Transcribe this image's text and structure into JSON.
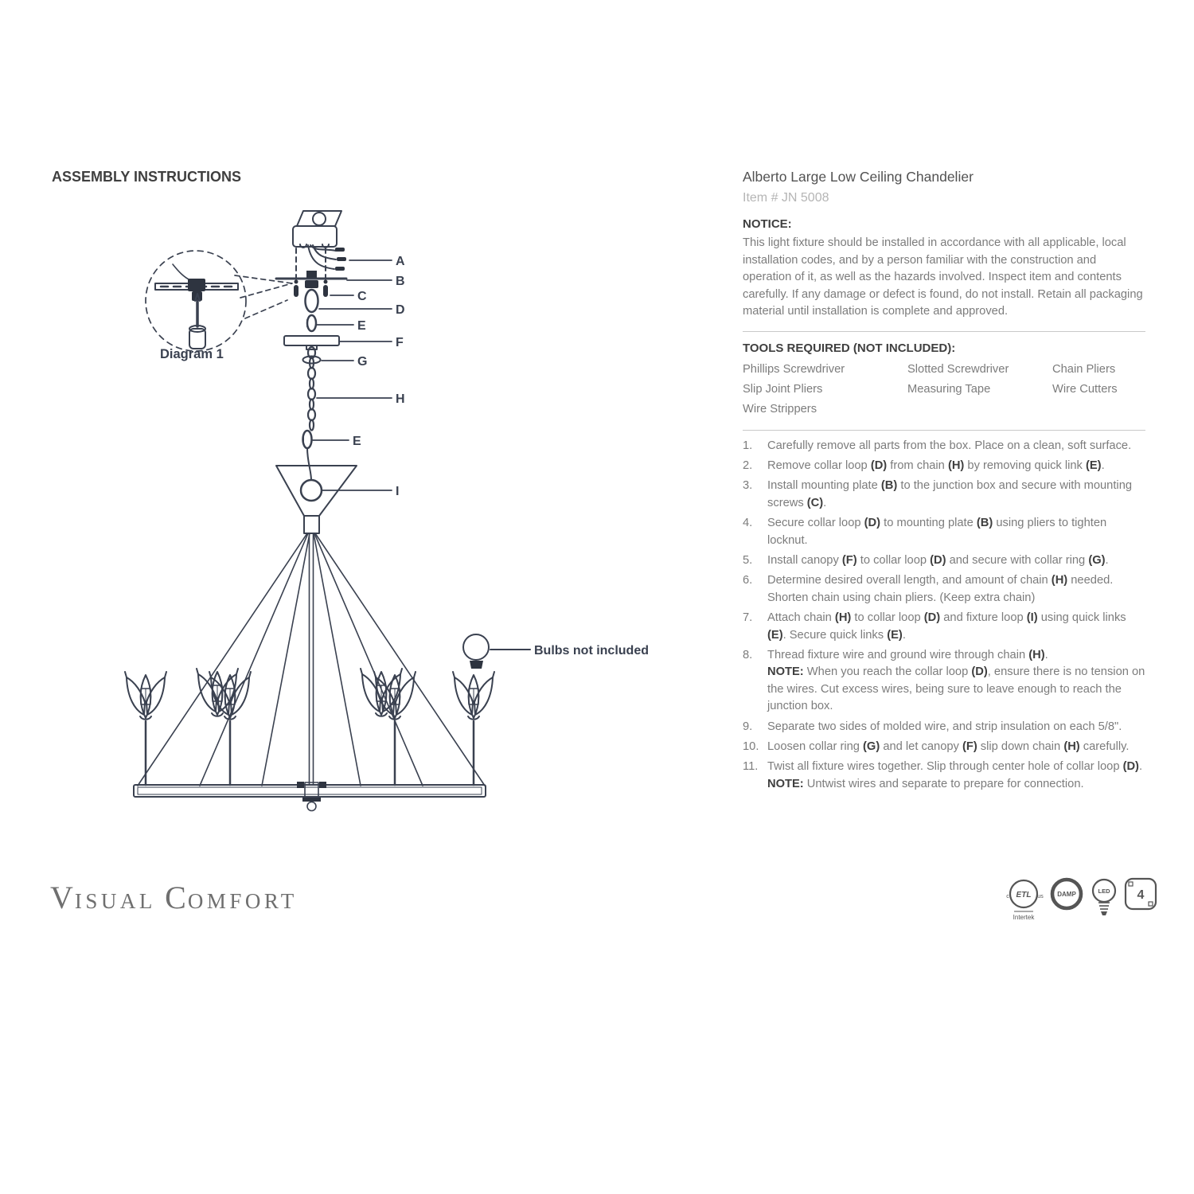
{
  "left": {
    "heading": "ASSEMBLY INSTRUCTIONS"
  },
  "product": {
    "title": "Alberto Large Low Ceiling Chandelier",
    "item_number": "Item # JN 5008"
  },
  "notice": {
    "heading": "NOTICE:",
    "body": "This light fixture should be installed in accordance with all applicable, local installation codes, and by a person familiar with the construction and operation of it, as well as the hazards involved. Inspect item and contents carefully. If any damage or defect is found, do not install. Retain all packaging material until installation is complete and approved."
  },
  "tools": {
    "heading": "TOOLS REQUIRED (NOT INCLUDED):",
    "columns": [
      [
        "Phillips Screwdriver",
        "Slip Joint Pliers",
        "Wire Strippers"
      ],
      [
        "Slotted Screwdriver",
        "Measuring Tape"
      ],
      [
        "Chain Pliers",
        "Wire Cutters"
      ]
    ]
  },
  "steps": [
    {
      "num": "1.",
      "seg": [
        {
          "t": "Carefully remove all parts from the box. Place on a clean, soft surface."
        }
      ]
    },
    {
      "num": "2.",
      "seg": [
        {
          "t": "Remove collar loop "
        },
        {
          "t": "(D)",
          "b": 1
        },
        {
          "t": " from chain "
        },
        {
          "t": "(H)",
          "b": 1
        },
        {
          "t": " by removing quick link "
        },
        {
          "t": "(E)",
          "b": 1
        },
        {
          "t": "."
        }
      ]
    },
    {
      "num": "3.",
      "seg": [
        {
          "t": "Install mounting plate "
        },
        {
          "t": "(B)",
          "b": 1
        },
        {
          "t": " to the junction box and secure with mounting screws "
        },
        {
          "t": "(C)",
          "b": 1
        },
        {
          "t": "."
        }
      ]
    },
    {
      "num": "4.",
      "seg": [
        {
          "t": "Secure collar loop "
        },
        {
          "t": "(D)",
          "b": 1
        },
        {
          "t": " to mounting plate "
        },
        {
          "t": "(B)",
          "b": 1
        },
        {
          "t": " using pliers to tighten locknut."
        }
      ]
    },
    {
      "num": "5.",
      "seg": [
        {
          "t": "Install canopy "
        },
        {
          "t": "(F)",
          "b": 1
        },
        {
          "t": " to collar loop "
        },
        {
          "t": "(D)",
          "b": 1
        },
        {
          "t": " and secure with collar ring "
        },
        {
          "t": "(G)",
          "b": 1
        },
        {
          "t": "."
        }
      ]
    },
    {
      "num": "6.",
      "seg": [
        {
          "t": "Determine desired overall length, and amount of chain "
        },
        {
          "t": "(H)",
          "b": 1
        },
        {
          "t": " needed. Shorten chain using chain pliers. (Keep extra chain)"
        }
      ]
    },
    {
      "num": "7.",
      "seg": [
        {
          "t": "Attach chain "
        },
        {
          "t": "(H)",
          "b": 1
        },
        {
          "t": " to collar loop "
        },
        {
          "t": "(D)",
          "b": 1
        },
        {
          "t": " and fixture loop "
        },
        {
          "t": "(I)",
          "b": 1
        },
        {
          "t": " using quick links "
        },
        {
          "t": "(E)",
          "b": 1
        },
        {
          "t": ". Secure quick links "
        },
        {
          "t": "(E)",
          "b": 1
        },
        {
          "t": "."
        }
      ]
    },
    {
      "num": "8.",
      "seg": [
        {
          "t": "Thread fixture wire and ground wire through chain "
        },
        {
          "t": "(H)",
          "b": 1
        },
        {
          "t": "."
        },
        {
          "t": "NOTE:",
          "b": 1,
          "br": 1
        },
        {
          "t": " When you reach the collar loop "
        },
        {
          "t": "(D)",
          "b": 1
        },
        {
          "t": ", ensure there is no tension on the wires. Cut excess wires, being sure to leave enough to reach the junction box."
        }
      ]
    },
    {
      "num": "9.",
      "seg": [
        {
          "t": "Separate two sides of molded wire, and strip insulation on each 5/8\"."
        }
      ]
    },
    {
      "num": "10.",
      "seg": [
        {
          "t": "Loosen collar ring "
        },
        {
          "t": "(G)",
          "b": 1
        },
        {
          "t": " and let canopy "
        },
        {
          "t": "(F)",
          "b": 1
        },
        {
          "t": " slip down chain "
        },
        {
          "t": "(H)",
          "b": 1
        },
        {
          "t": " carefully."
        }
      ]
    },
    {
      "num": "11.",
      "seg": [
        {
          "t": "Twist all fixture wires together. Slip through center hole of collar loop "
        },
        {
          "t": "(D)",
          "b": 1
        },
        {
          "t": "."
        },
        {
          "t": "NOTE:",
          "b": 1,
          "br": 1
        },
        {
          "t": " Untwist wires and separate to prepare for connection."
        }
      ]
    }
  ],
  "diagram": {
    "caption": "Diagram 1",
    "bulbs_note": "Bulbs not included",
    "labels": {
      "a": "A",
      "b": "B",
      "c": "C",
      "d": "D",
      "e": "E",
      "f": "F",
      "g": "G",
      "h": "H",
      "e2": "E",
      "i": "I"
    }
  },
  "brand": {
    "v": "V",
    "isual": "ISUAL",
    "c": "C",
    "omfort": "OMFORT"
  },
  "badges": {
    "etl": "ETL",
    "etl_c": "c",
    "etl_us": "us",
    "intertek": "Intertek",
    "damp": "DAMP",
    "led": "LED",
    "count": "4"
  }
}
